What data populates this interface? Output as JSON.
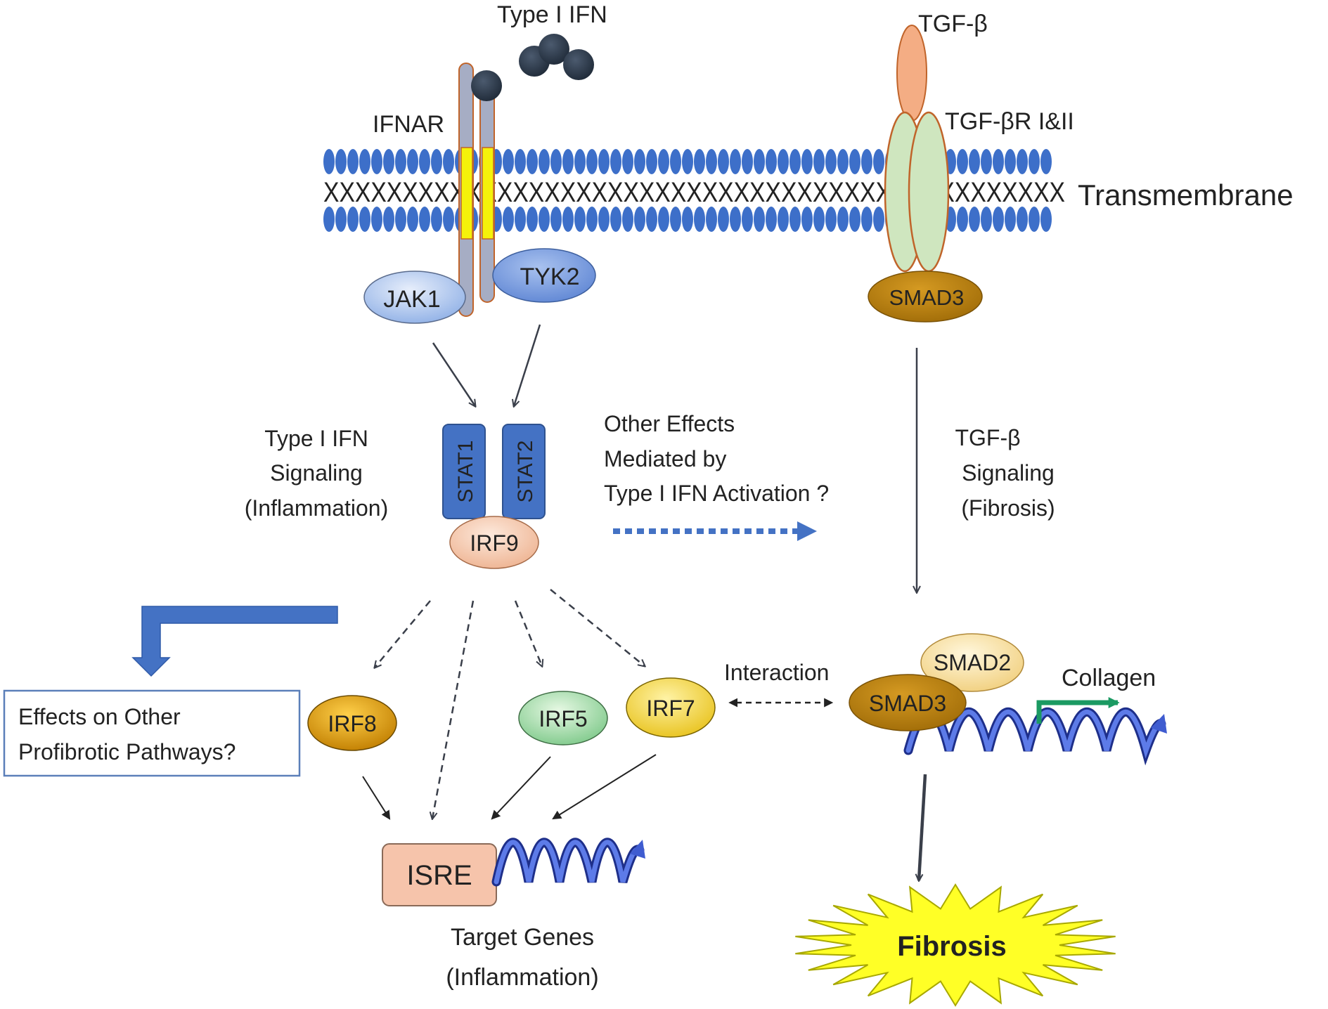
{
  "labels": {
    "type1_ifn": "Type I IFN",
    "tgfb": "TGF-β",
    "ifnar": "IFNAR",
    "tgfbr": "TGF-βR  I&II",
    "transmembrane": "Transmembrane",
    "jak1": "JAK1",
    "tyk2": "TYK2",
    "smad3_top": "SMAD3",
    "stat1": "STAT1",
    "stat2": "STAT2",
    "irf9": "IRF9",
    "ifn_signaling": [
      "Type I IFN",
      "Signaling",
      "(Inflammation)"
    ],
    "other_effects": [
      "Other Effects",
      "Mediated by",
      "Type I IFN Activation ?"
    ],
    "tgfb_signaling": [
      "TGF-β",
      "Signaling",
      "(Fibrosis)"
    ],
    "effects_box": [
      "Effects on Other",
      "Profibrotic  Pathways?"
    ],
    "irf8": "IRF8",
    "irf5": "IRF5",
    "irf7": "IRF7",
    "interaction": "Interaction",
    "smad2": "SMAD2",
    "smad3_bottom": "SMAD3",
    "collagen": "Collagen",
    "isre": "ISRE",
    "target_genes": [
      "Target Genes",
      "(Inflammation)"
    ],
    "fibrosis": "Fibrosis"
  },
  "membrane_pattern": "XXXXXXXXXXXXXXXXXXXXXXXXXXXXXXXXXXXXXXXXXXXXXXX",
  "colors": {
    "membrane_bead": "#3d6fc9",
    "ifn_ball": "#2b3a4d",
    "receptor_yellow": "#f5f20a",
    "receptor_gray": "#a6adc4",
    "tgfb_ligand": "#f4ad84",
    "tgfbr_green": "#cfe6bf",
    "receptor_outline": "#c0642a",
    "jak_tyk": "#b8cdf0",
    "smad3": "#b8860b",
    "smad2": "#fbe6a8",
    "stat_box": "#4472c4",
    "irf9": "#f7d3bd",
    "irf8": "#dc9f00",
    "irf5": "#b5e3b5",
    "irf7": "#f6d84a",
    "isre": "#f6c4ab",
    "dna_helix": "#3f5cd0",
    "collagen_arrow": "#1b9a62",
    "fibrosis_burst": "#ffff26",
    "big_arrow": "#4472c4",
    "arrow_gray": "#3a3f4a"
  }
}
